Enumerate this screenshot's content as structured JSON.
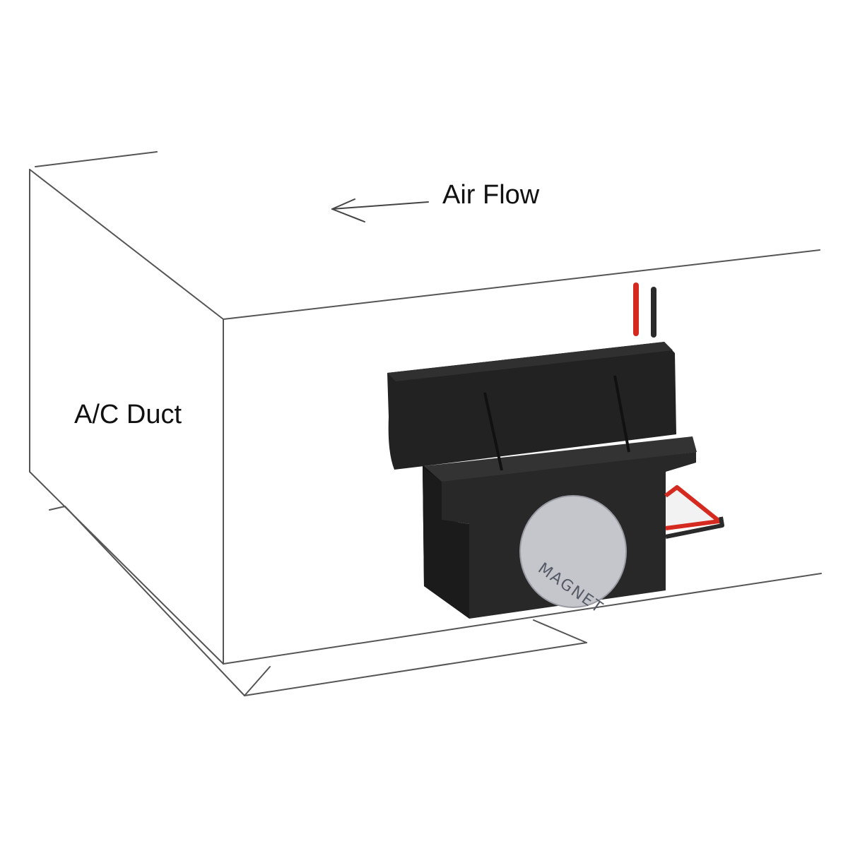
{
  "labels": {
    "air_flow": "Air Flow",
    "duct": "A/C Duct",
    "magnet": "MAGNET"
  },
  "colors": {
    "background": "#ffffff",
    "duct_line": "#555555",
    "device_body": "#262626",
    "device_shadow": "#141414",
    "magnet_disc": "#c5c6cc",
    "wire_red": "#d42a20",
    "wire_black": "#2a2a2a"
  },
  "icons": {
    "air_flow_arrow": "arrow-left-icon"
  }
}
